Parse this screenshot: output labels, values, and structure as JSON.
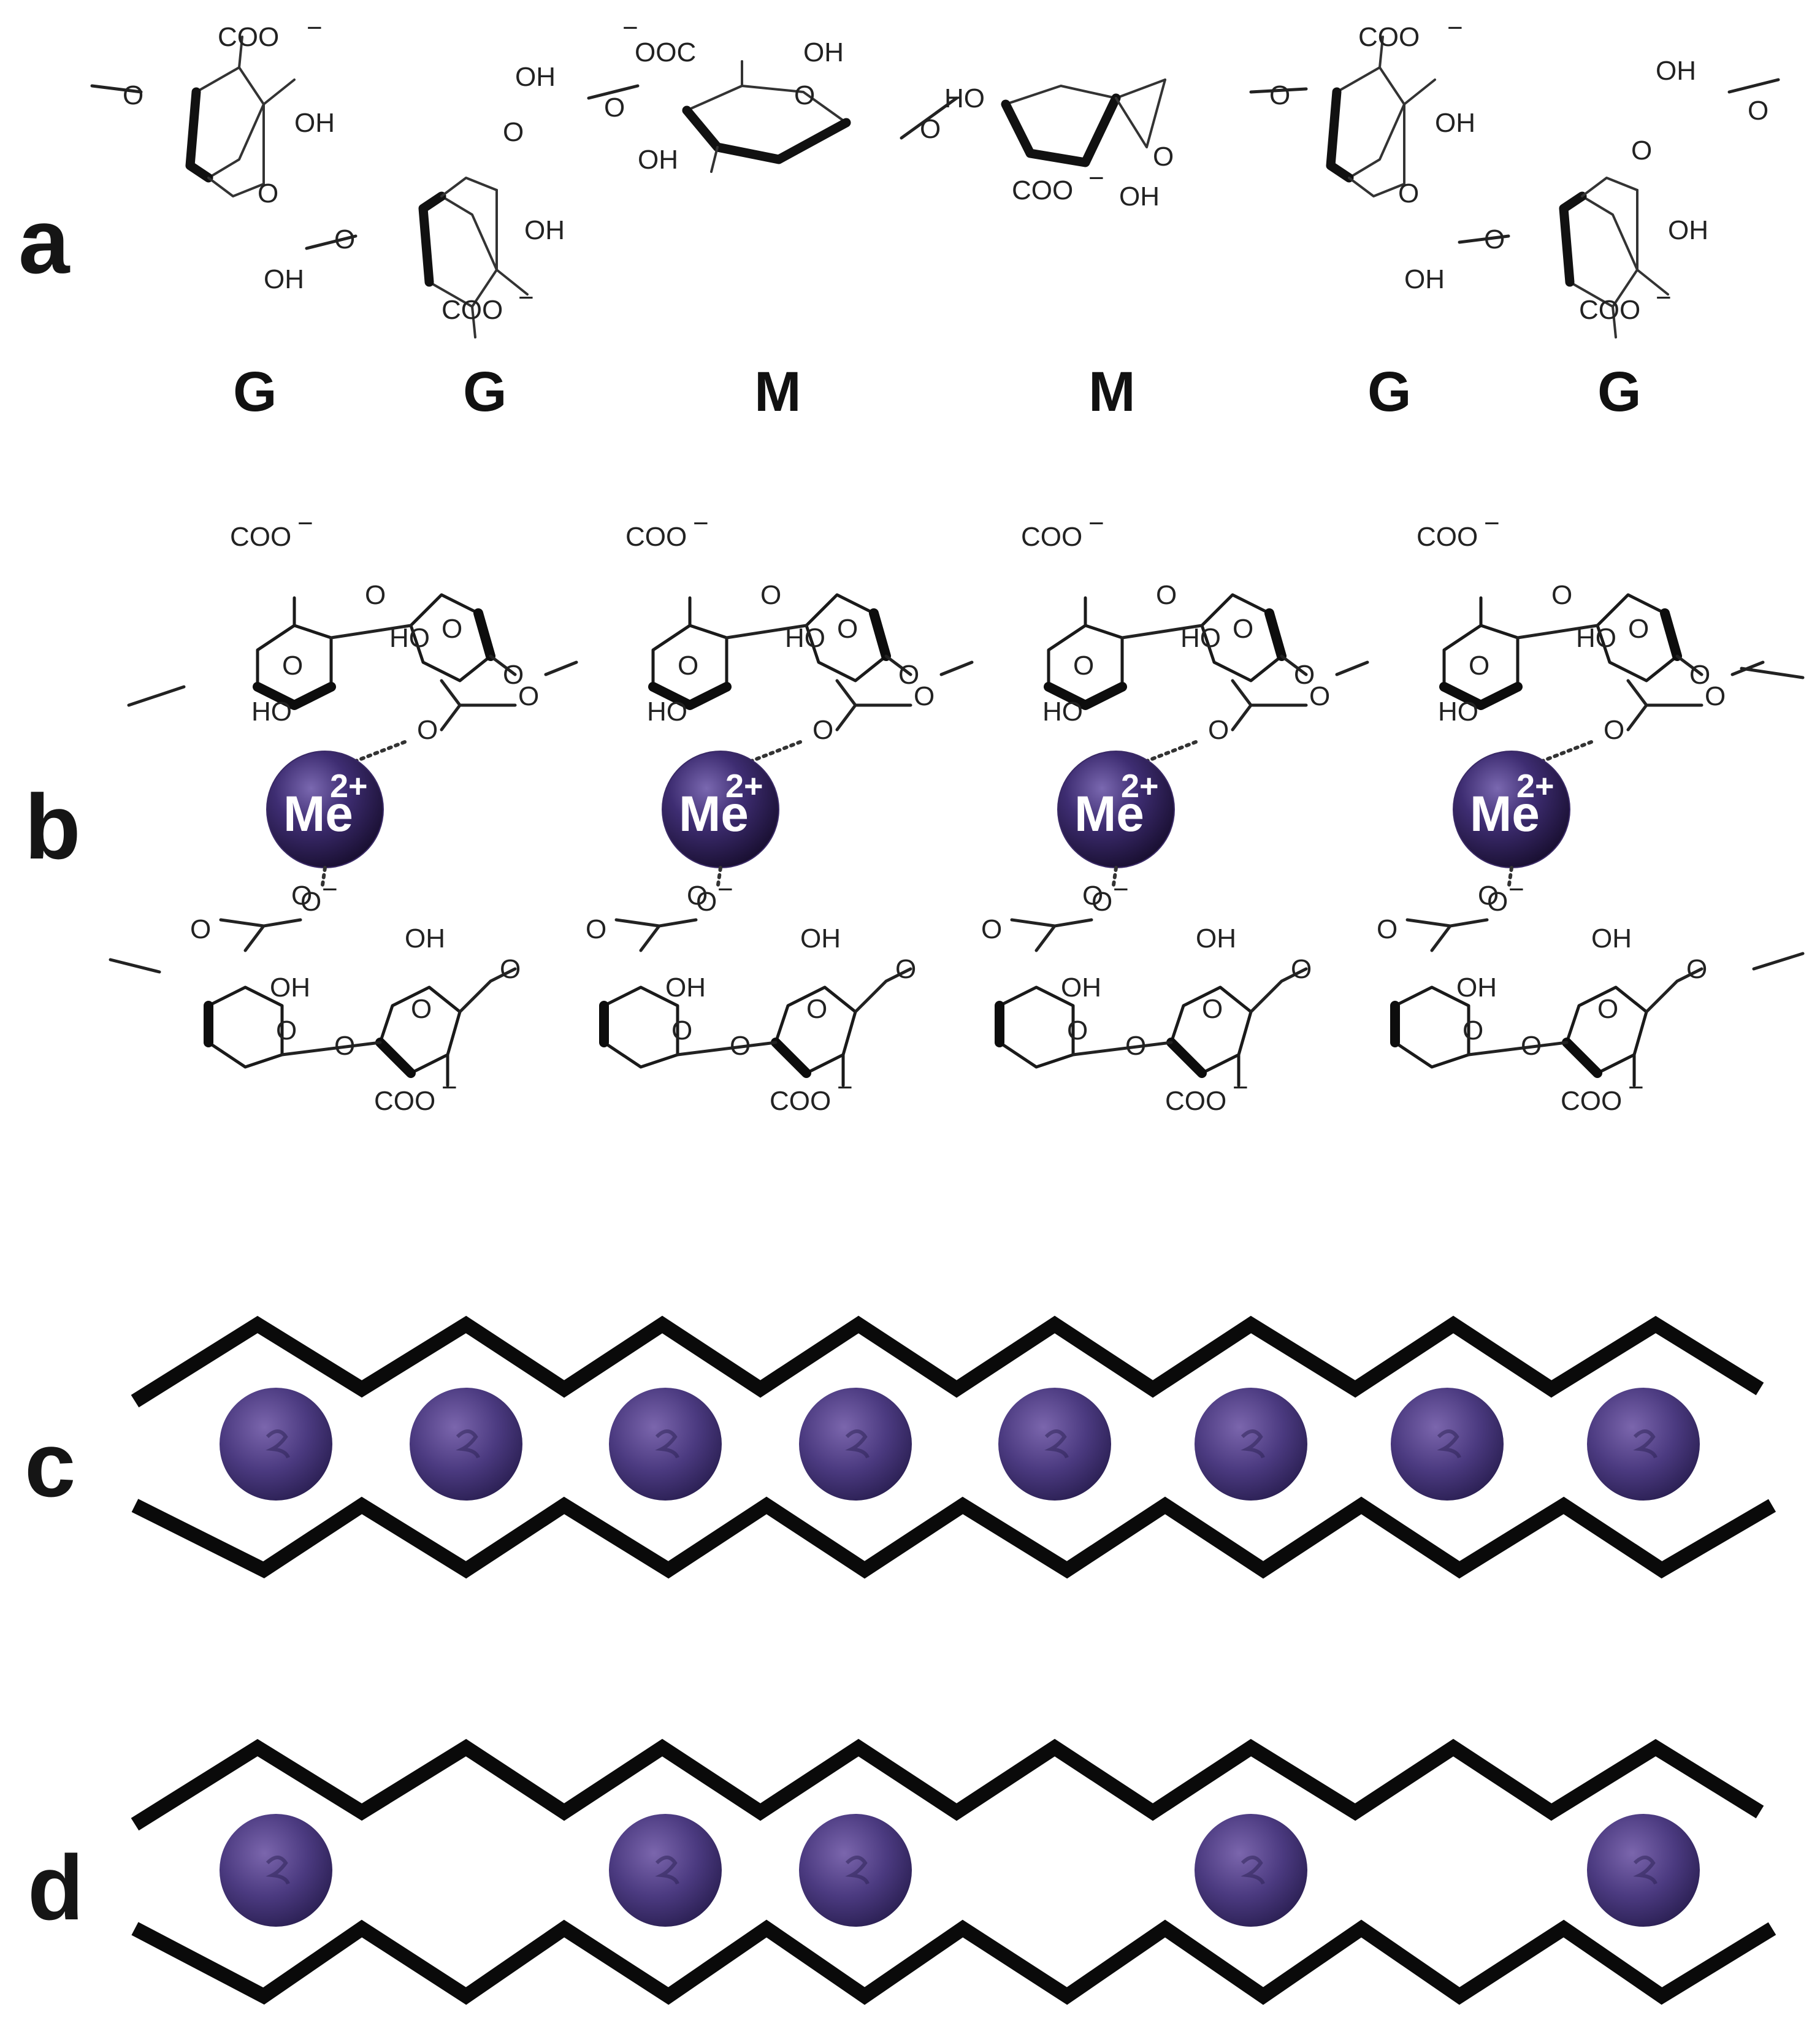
{
  "panels": {
    "a": {
      "label": "a",
      "residues": [
        "G",
        "G",
        "M",
        "M",
        "G",
        "G"
      ],
      "groups": {
        "carboxylate": "COO",
        "carboxylate_left": "OOC",
        "charge": "−",
        "hydroxyl": "OH",
        "hydroxyl_left": "HO",
        "oxygen": "O"
      }
    },
    "b": {
      "label": "b",
      "ion": "Me",
      "ion_charge": "2+",
      "ion_count": 4,
      "ion_color": "#3a2a66",
      "groups": {
        "carboxylate": "COO",
        "charge": "−",
        "hydroxyl": "OH",
        "hydroxyl_left": "HO",
        "oxygen": "O"
      }
    },
    "c": {
      "label": "c",
      "filled_sites": [
        1,
        1,
        1,
        1,
        1,
        1,
        1,
        1
      ],
      "ion_color": "#4b3a80"
    },
    "d": {
      "label": "d",
      "filled_sites": [
        1,
        0,
        1,
        1,
        0,
        1,
        0,
        1
      ],
      "ion_color": "#4b3a80"
    }
  }
}
